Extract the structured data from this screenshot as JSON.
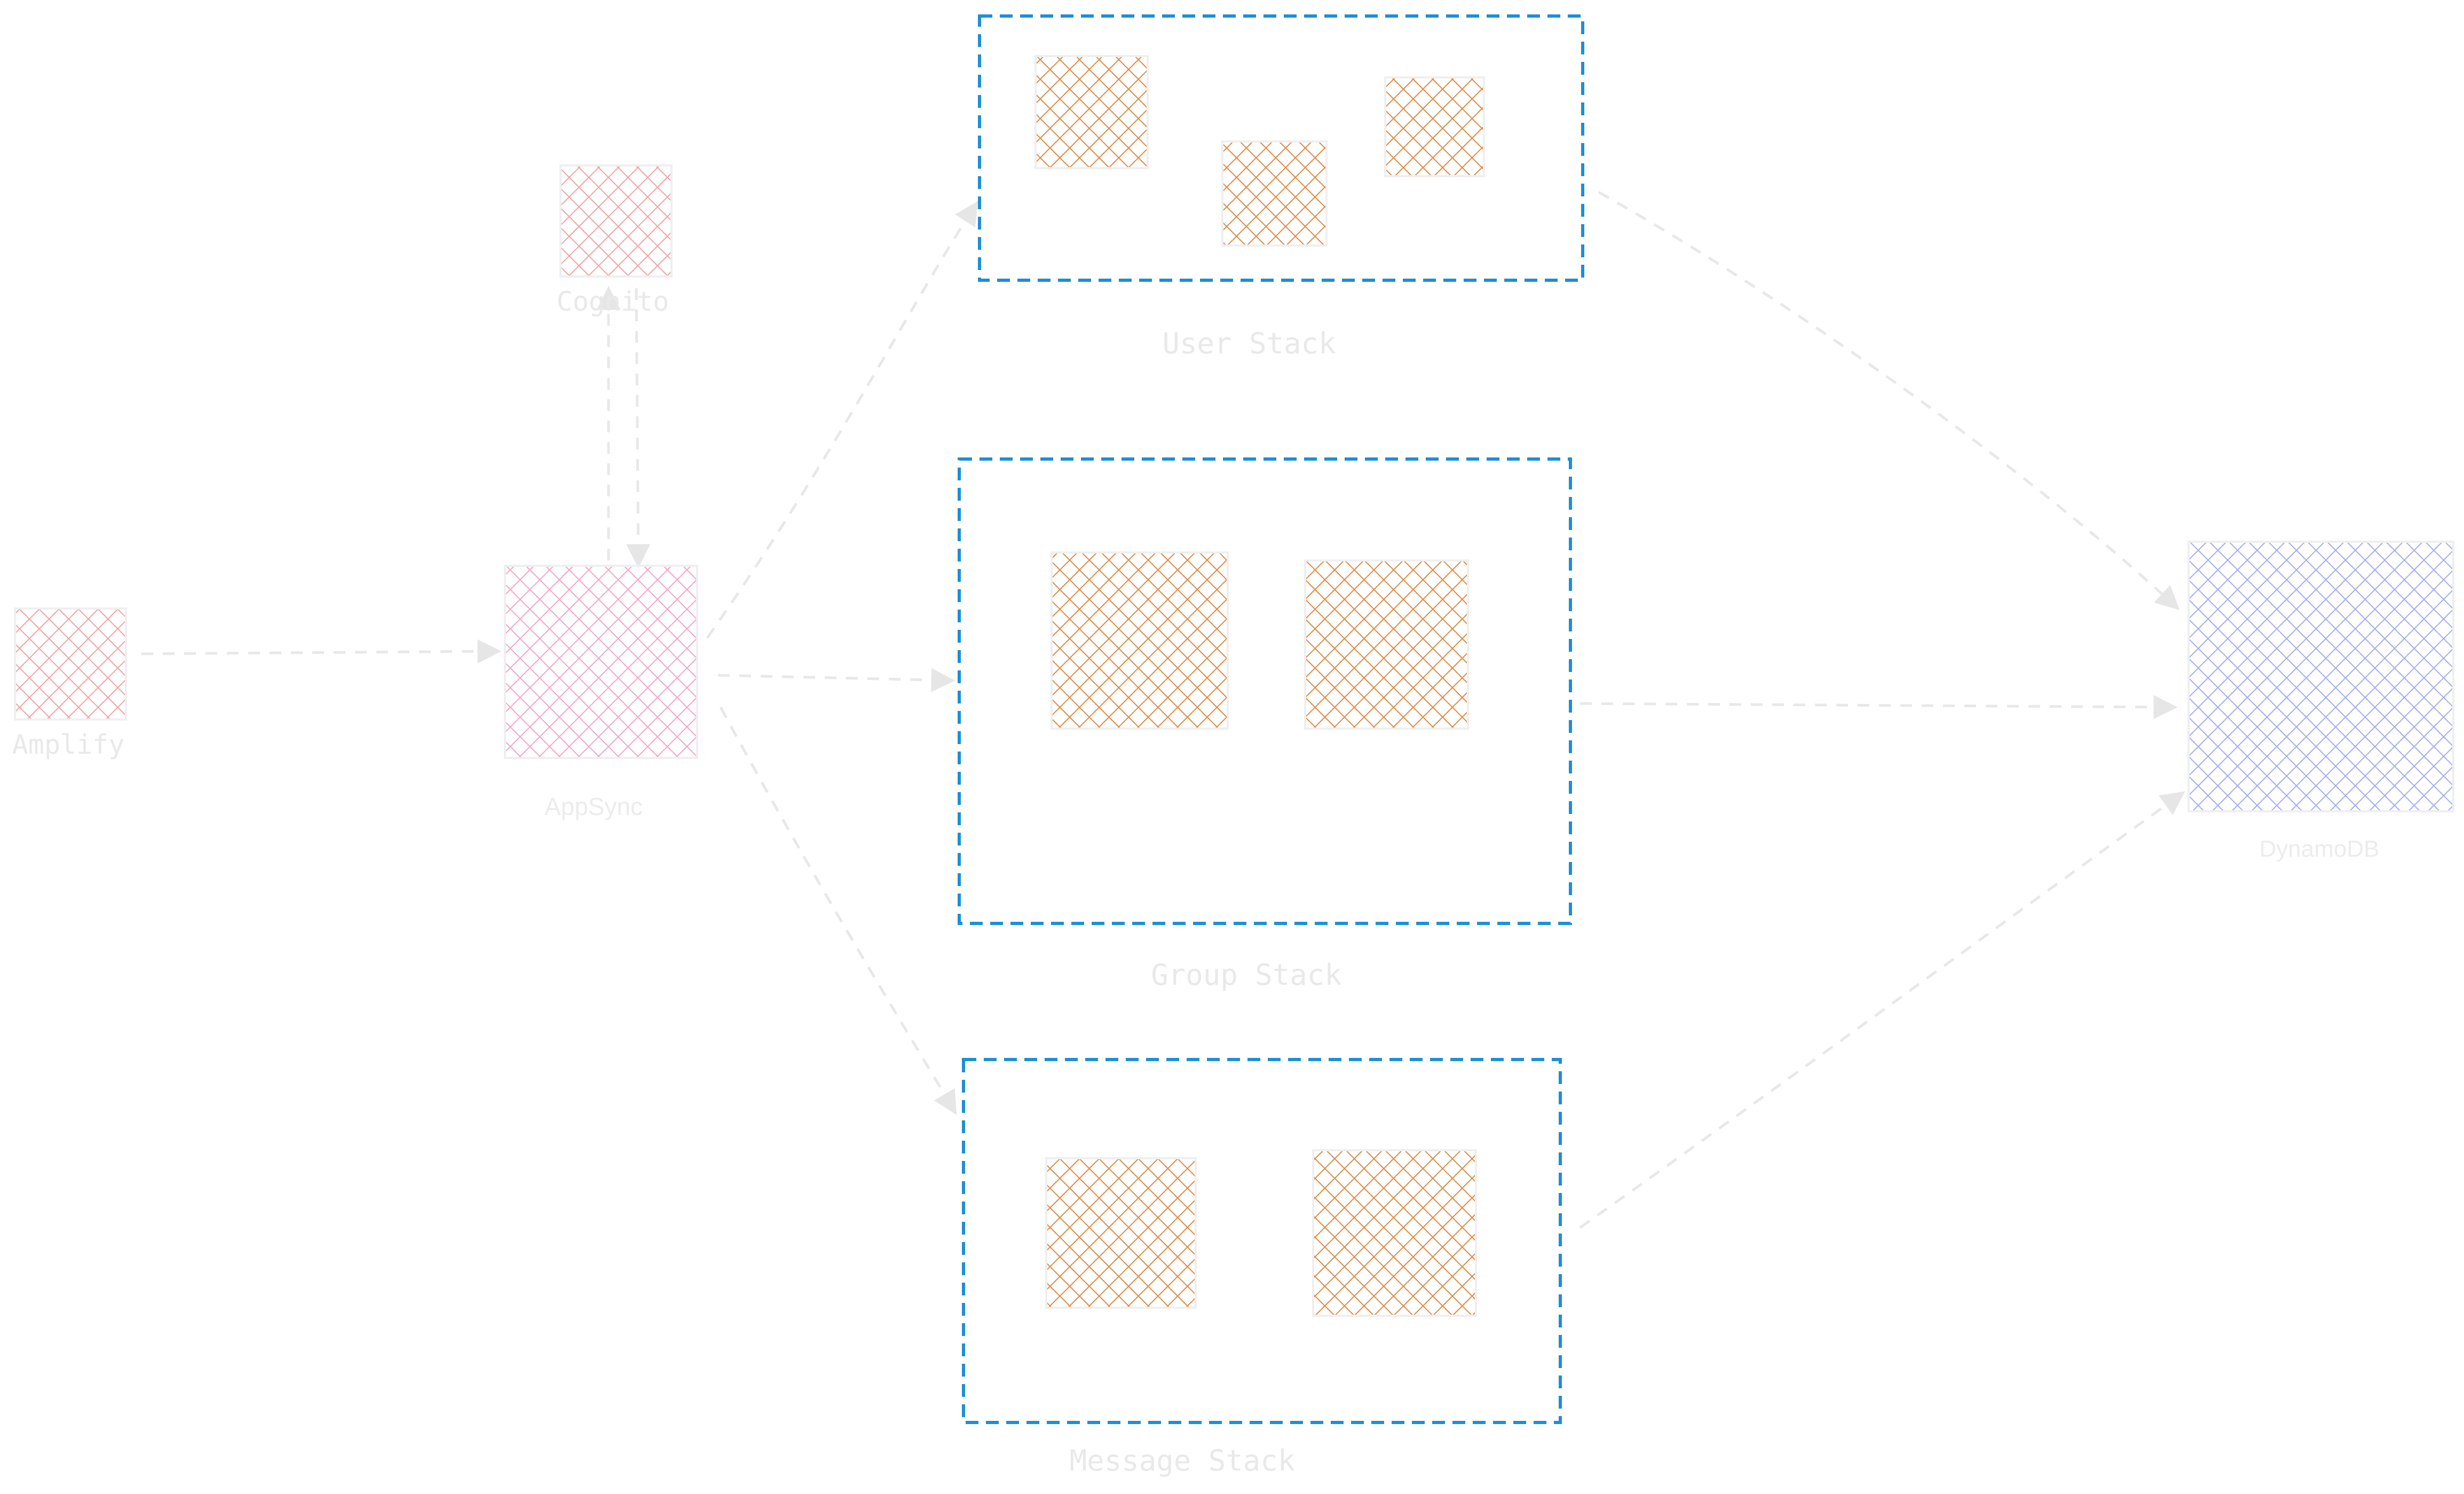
{
  "colors": {
    "background": "#ffffff",
    "stack_border": "#1c8fd6",
    "connector": "#e8e8e8",
    "lambda_hatch": "#e08a45",
    "amplify_hatch": "#f3a3a3",
    "cognito_hatch": "#f3a3a3",
    "appsync_hatch": "#f4a6c8",
    "dynamodb_hatch": "#a3aef2",
    "label": "#e9e9e9"
  },
  "nodes": {
    "amplify": {
      "label": "Amplify",
      "icon": "amplify-icon"
    },
    "cognito": {
      "label": "Cognito",
      "icon": "cognito-icon"
    },
    "appsync": {
      "label": "AppSync",
      "icon": "appsync-icon"
    },
    "dynamodb": {
      "label": "DynamoDB",
      "icon": "dynamodb-icon"
    }
  },
  "stacks": {
    "user": {
      "label": "User Stack",
      "functions": 3
    },
    "group": {
      "label": "Group Stack",
      "functions": 2
    },
    "message": {
      "label": "Message Stack",
      "functions": 2
    }
  },
  "edges": [
    {
      "from": "amplify",
      "to": "appsync"
    },
    {
      "from": "appsync",
      "to": "cognito"
    },
    {
      "from": "cognito",
      "to": "appsync"
    },
    {
      "from": "appsync",
      "to": "user"
    },
    {
      "from": "appsync",
      "to": "group"
    },
    {
      "from": "appsync",
      "to": "message"
    },
    {
      "from": "user",
      "to": "dynamodb"
    },
    {
      "from": "group",
      "to": "dynamodb"
    },
    {
      "from": "message",
      "to": "dynamodb"
    }
  ]
}
